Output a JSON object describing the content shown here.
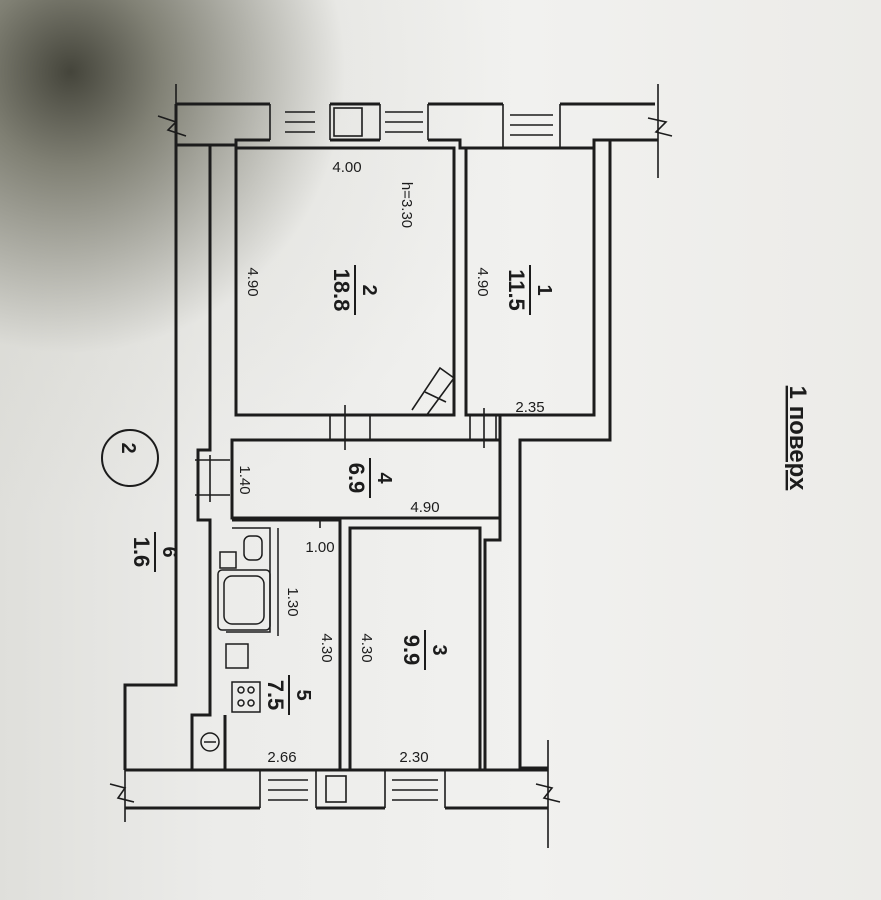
{
  "floor_title": "1 поверх",
  "building_number": "2",
  "ceiling_height": "h=3.30",
  "rooms": [
    {
      "number": "1",
      "area": "11.5"
    },
    {
      "number": "2",
      "area": "18.8"
    },
    {
      "number": "3",
      "area": "9.9"
    },
    {
      "number": "4",
      "area": "6.9"
    },
    {
      "number": "5",
      "area": "7.5"
    },
    {
      "number": "6",
      "area": "1.6"
    }
  ],
  "dimensions": {
    "room2_width": "4.00",
    "room2_length": "4.90",
    "room1_length": "4.90",
    "room1_width": "2.35",
    "hall_width": "1.40",
    "hall_length": "4.90",
    "wc_width": "1.00",
    "bath_width": "1.30",
    "room5_length": "4.30",
    "room3_length": "4.30",
    "room5_width": "2.66",
    "room3_width": "2.30"
  },
  "colors": {
    "ink": "#1c1c1c",
    "paper": "#ececea"
  }
}
